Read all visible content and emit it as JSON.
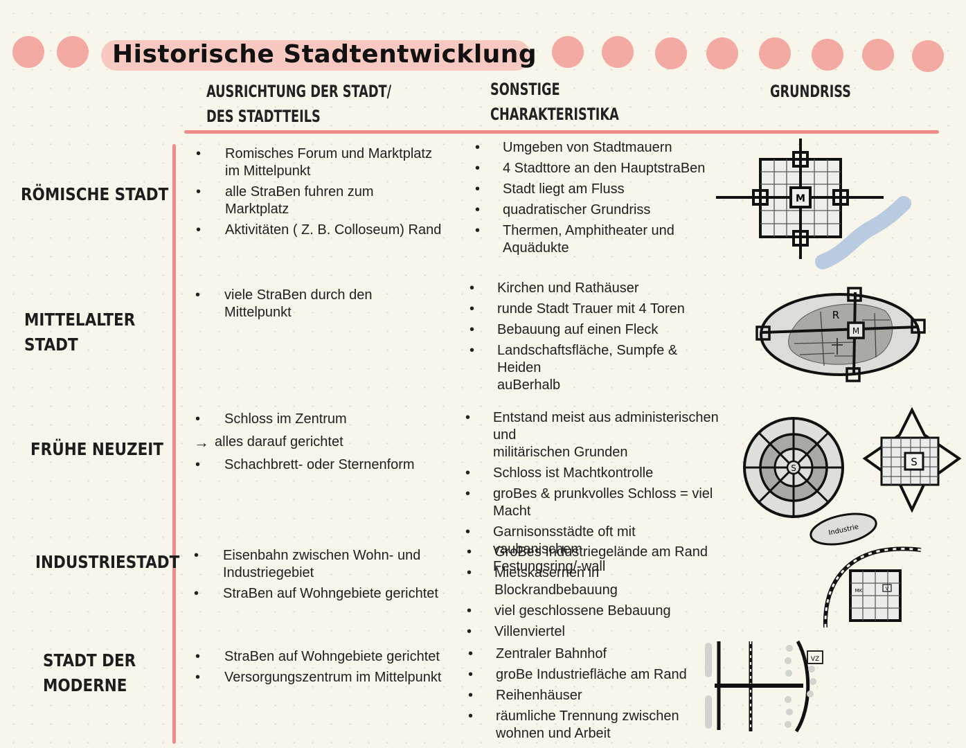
{
  "title": "Historische Stadtentwicklung",
  "columns": {
    "ausrichtung": "AUSRICHTUNG DER STADT/\nDES STADTTEILS",
    "sonstige": "SONSTIGE\nCHARAKTERISTIKA",
    "grundriss": "GRUNDRISS"
  },
  "colors": {
    "accent": "#ef8b8b",
    "dots": "#f2aaa2",
    "band": "#f7c9c1",
    "river": "#b9cbe0"
  },
  "rows": [
    {
      "name": "RÖMISCHE STADT",
      "ausrichtung": [
        {
          "text": "Romisches Forum und Marktplatz\nim Mittelpunkt"
        },
        {
          "text": "alle StraBen fuhren zum\nMarktplatz"
        },
        {
          "text": "Aktivitäten ( Z. B. Colloseum)  Rand"
        }
      ],
      "sonstige": [
        "Umgeben von Stadtmauern",
        "4 Stadttore an den HauptstraBen",
        "Stadt liegt am Fluss",
        "quadratischer Grundriss",
        "Thermen, Amphitheater und\nAquädukte"
      ],
      "sketch_labels": {
        "m": "M"
      }
    },
    {
      "name": "MITTELALTER\nSTADT",
      "ausrichtung": [
        {
          "text": "viele StraBen durch den\nMittelpunkt"
        }
      ],
      "sonstige": [
        "Kirchen und Rathäuser",
        "runde Stadt Trauer mit 4 Toren",
        "Bebauung auf einen Fleck",
        "Landschaftsfläche, Sumpfe & Heiden\nauBerhalb"
      ],
      "sketch_labels": {
        "r": "R",
        "m": "M"
      }
    },
    {
      "name": "FRÜHE NEUZEIT",
      "ausrichtung": [
        {
          "text": "Schloss im Zentrum"
        },
        {
          "text": "alles darauf gerichtet",
          "arrow": true
        },
        {
          "text": "Schachbrett- oder Sternenform"
        }
      ],
      "sonstige": [
        "Entstand meist aus administerischen und\nmilitärischen Grunden",
        "Schloss ist Machtkontrolle",
        "groBes & prunkvolles Schloss = viel Macht",
        "Garnisonsstädte oft mit vaubanischem\nFestungsring/-wall"
      ],
      "sketch_labels": {
        "s1": "S",
        "s2": "S"
      }
    },
    {
      "name": "INDUSTRIESTADT",
      "ausrichtung": [
        {
          "text": "Eisenbahn zwischen Wohn- und\nIndustriegebiet"
        },
        {
          "text": "StraBen auf Wohngebiete gerichtet"
        }
      ],
      "sonstige": [
        "GroBes Industriegelände am Rand",
        "Mietskasernen in Blockrandbebauung",
        "viel geschlossene Bebauung",
        "Villenviertel"
      ],
      "sketch_labels": {
        "industrie": "Industrie",
        "mk": "MK",
        "v": "V"
      }
    },
    {
      "name": "STADT DER\nMODERNE",
      "ausrichtung": [
        {
          "text": "StraBen auf Wohngebiete gerichtet"
        },
        {
          "text": "Versorgungszentrum im Mittelpunkt"
        }
      ],
      "sonstige": [
        "Zentraler Bahnhof",
        "groBe Industriefläche am Rand",
        "Reihenhäuser",
        "räumliche Trennung zwischen\nwohnen und Arbeit"
      ],
      "sketch_labels": {
        "vz": "VZ"
      }
    }
  ]
}
